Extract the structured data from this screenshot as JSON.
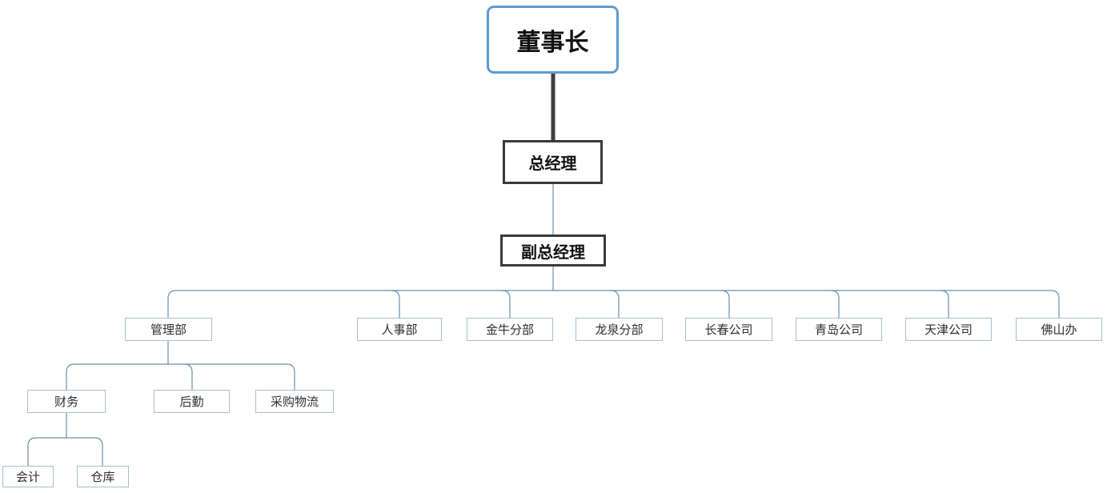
{
  "org_chart": {
    "type": "org-chart",
    "nodes": [
      {
        "id": "chairman",
        "label": "董事长",
        "parent": null,
        "level": 1,
        "style": "root"
      },
      {
        "id": "gm",
        "label": "总经理",
        "parent": "chairman",
        "level": 2,
        "style": "exec"
      },
      {
        "id": "dgm",
        "label": "副总经理",
        "parent": "gm",
        "level": 3,
        "style": "exec"
      },
      {
        "id": "mgmt",
        "label": "管理部",
        "parent": "dgm",
        "level": 4,
        "style": "plain"
      },
      {
        "id": "hr",
        "label": "人事部",
        "parent": "dgm",
        "level": 4,
        "style": "plain"
      },
      {
        "id": "jinniu",
        "label": "金牛分部",
        "parent": "dgm",
        "level": 4,
        "style": "plain"
      },
      {
        "id": "longquan",
        "label": "龙泉分部",
        "parent": "dgm",
        "level": 4,
        "style": "plain"
      },
      {
        "id": "changchun",
        "label": "长春公司",
        "parent": "dgm",
        "level": 4,
        "style": "plain"
      },
      {
        "id": "qingdao",
        "label": "青岛公司",
        "parent": "dgm",
        "level": 4,
        "style": "plain"
      },
      {
        "id": "tianjin",
        "label": "天津公司",
        "parent": "dgm",
        "level": 4,
        "style": "plain"
      },
      {
        "id": "foshan",
        "label": "佛山办",
        "parent": "dgm",
        "level": 4,
        "style": "plain"
      },
      {
        "id": "finance",
        "label": "财务",
        "parent": "mgmt",
        "level": 5,
        "style": "plain"
      },
      {
        "id": "logistics",
        "label": "后勤",
        "parent": "mgmt",
        "level": 5,
        "style": "plain"
      },
      {
        "id": "procurement",
        "label": "采购物流",
        "parent": "mgmt",
        "level": 5,
        "style": "plain"
      },
      {
        "id": "accounting",
        "label": "会计",
        "parent": "finance",
        "level": 6,
        "style": "plain"
      },
      {
        "id": "warehouse",
        "label": "仓库",
        "parent": "finance",
        "level": 6,
        "style": "plain"
      }
    ],
    "colors": {
      "root_border": "#5B9BD5",
      "exec_border": "#3A3A3A",
      "node_border": "#A6BFD4",
      "connector": "#6B8FA9",
      "trunk_connector": "#3F3F3F",
      "text": "#2e2e2e",
      "background": "#ffffff"
    }
  }
}
